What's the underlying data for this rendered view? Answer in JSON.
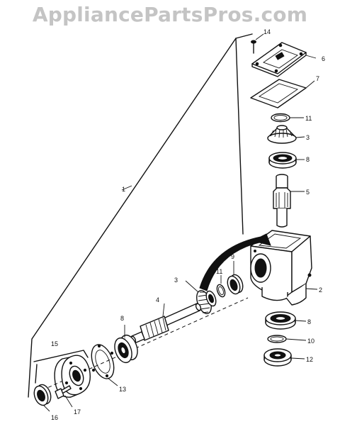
{
  "watermark": "AppliancePartsPros.com",
  "callouts": {
    "c1": "1",
    "c2": "2",
    "c3a": "3",
    "c3b": "3",
    "c4": "4",
    "c5": "5",
    "c6": "6",
    "c7": "7",
    "c8a": "8",
    "c8b": "8",
    "c8c": "8",
    "c9": "9",
    "c10": "10",
    "c11a": "11",
    "c11b": "11",
    "c12": "12",
    "c13": "13",
    "c14": "14",
    "c15": "15",
    "c16": "16",
    "c17": "17"
  }
}
